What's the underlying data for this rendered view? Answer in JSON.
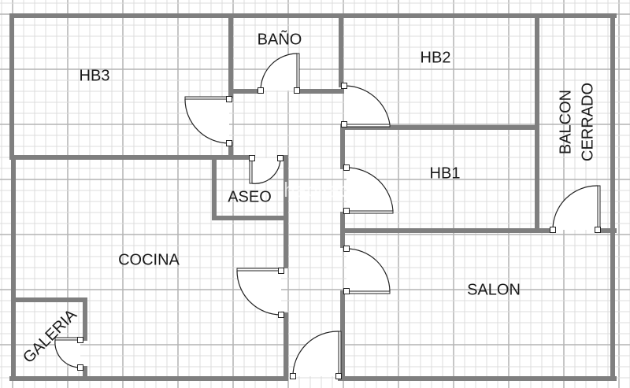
{
  "plan": {
    "rooms": {
      "hb3": "HB3",
      "bano": "BAÑO",
      "hb2": "HB2",
      "hb1": "HB1",
      "balcon_line1": "BALCON",
      "balcon_line2": "CERRADO",
      "aseo": "ASEO",
      "cocina": "COCINA",
      "salon": "SALON",
      "galeria": "GALERIA"
    },
    "watermark": "habitaclia",
    "colors": {
      "wall": "#7f7f7f",
      "grid_minor": "#dcdcdc",
      "grid_major": "#b4b4b4",
      "door_line": "#222222"
    }
  }
}
